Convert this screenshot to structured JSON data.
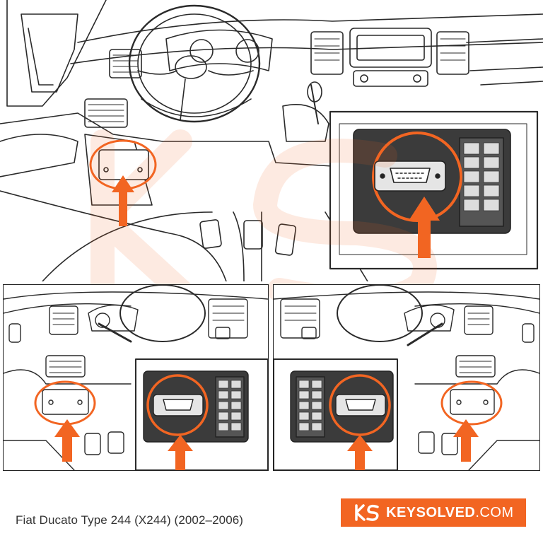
{
  "caption": "Fiat Ducato Type 244 (X244) (2002–2006)",
  "brand": {
    "name": "KEYSOLVED",
    "suffix": ".COM",
    "logo_letters": "KS"
  },
  "colors": {
    "accent": "#f26522",
    "line": "#2a2a2a",
    "background": "#ffffff"
  },
  "panels": [
    {
      "id": "overview",
      "shows": "dashboard-with-obd-cover-highlight"
    },
    {
      "id": "left-detail",
      "shows": "lhd-dashboard-obd-port-location"
    },
    {
      "id": "right-detail",
      "shows": "rhd-dashboard-obd-port-location"
    }
  ]
}
